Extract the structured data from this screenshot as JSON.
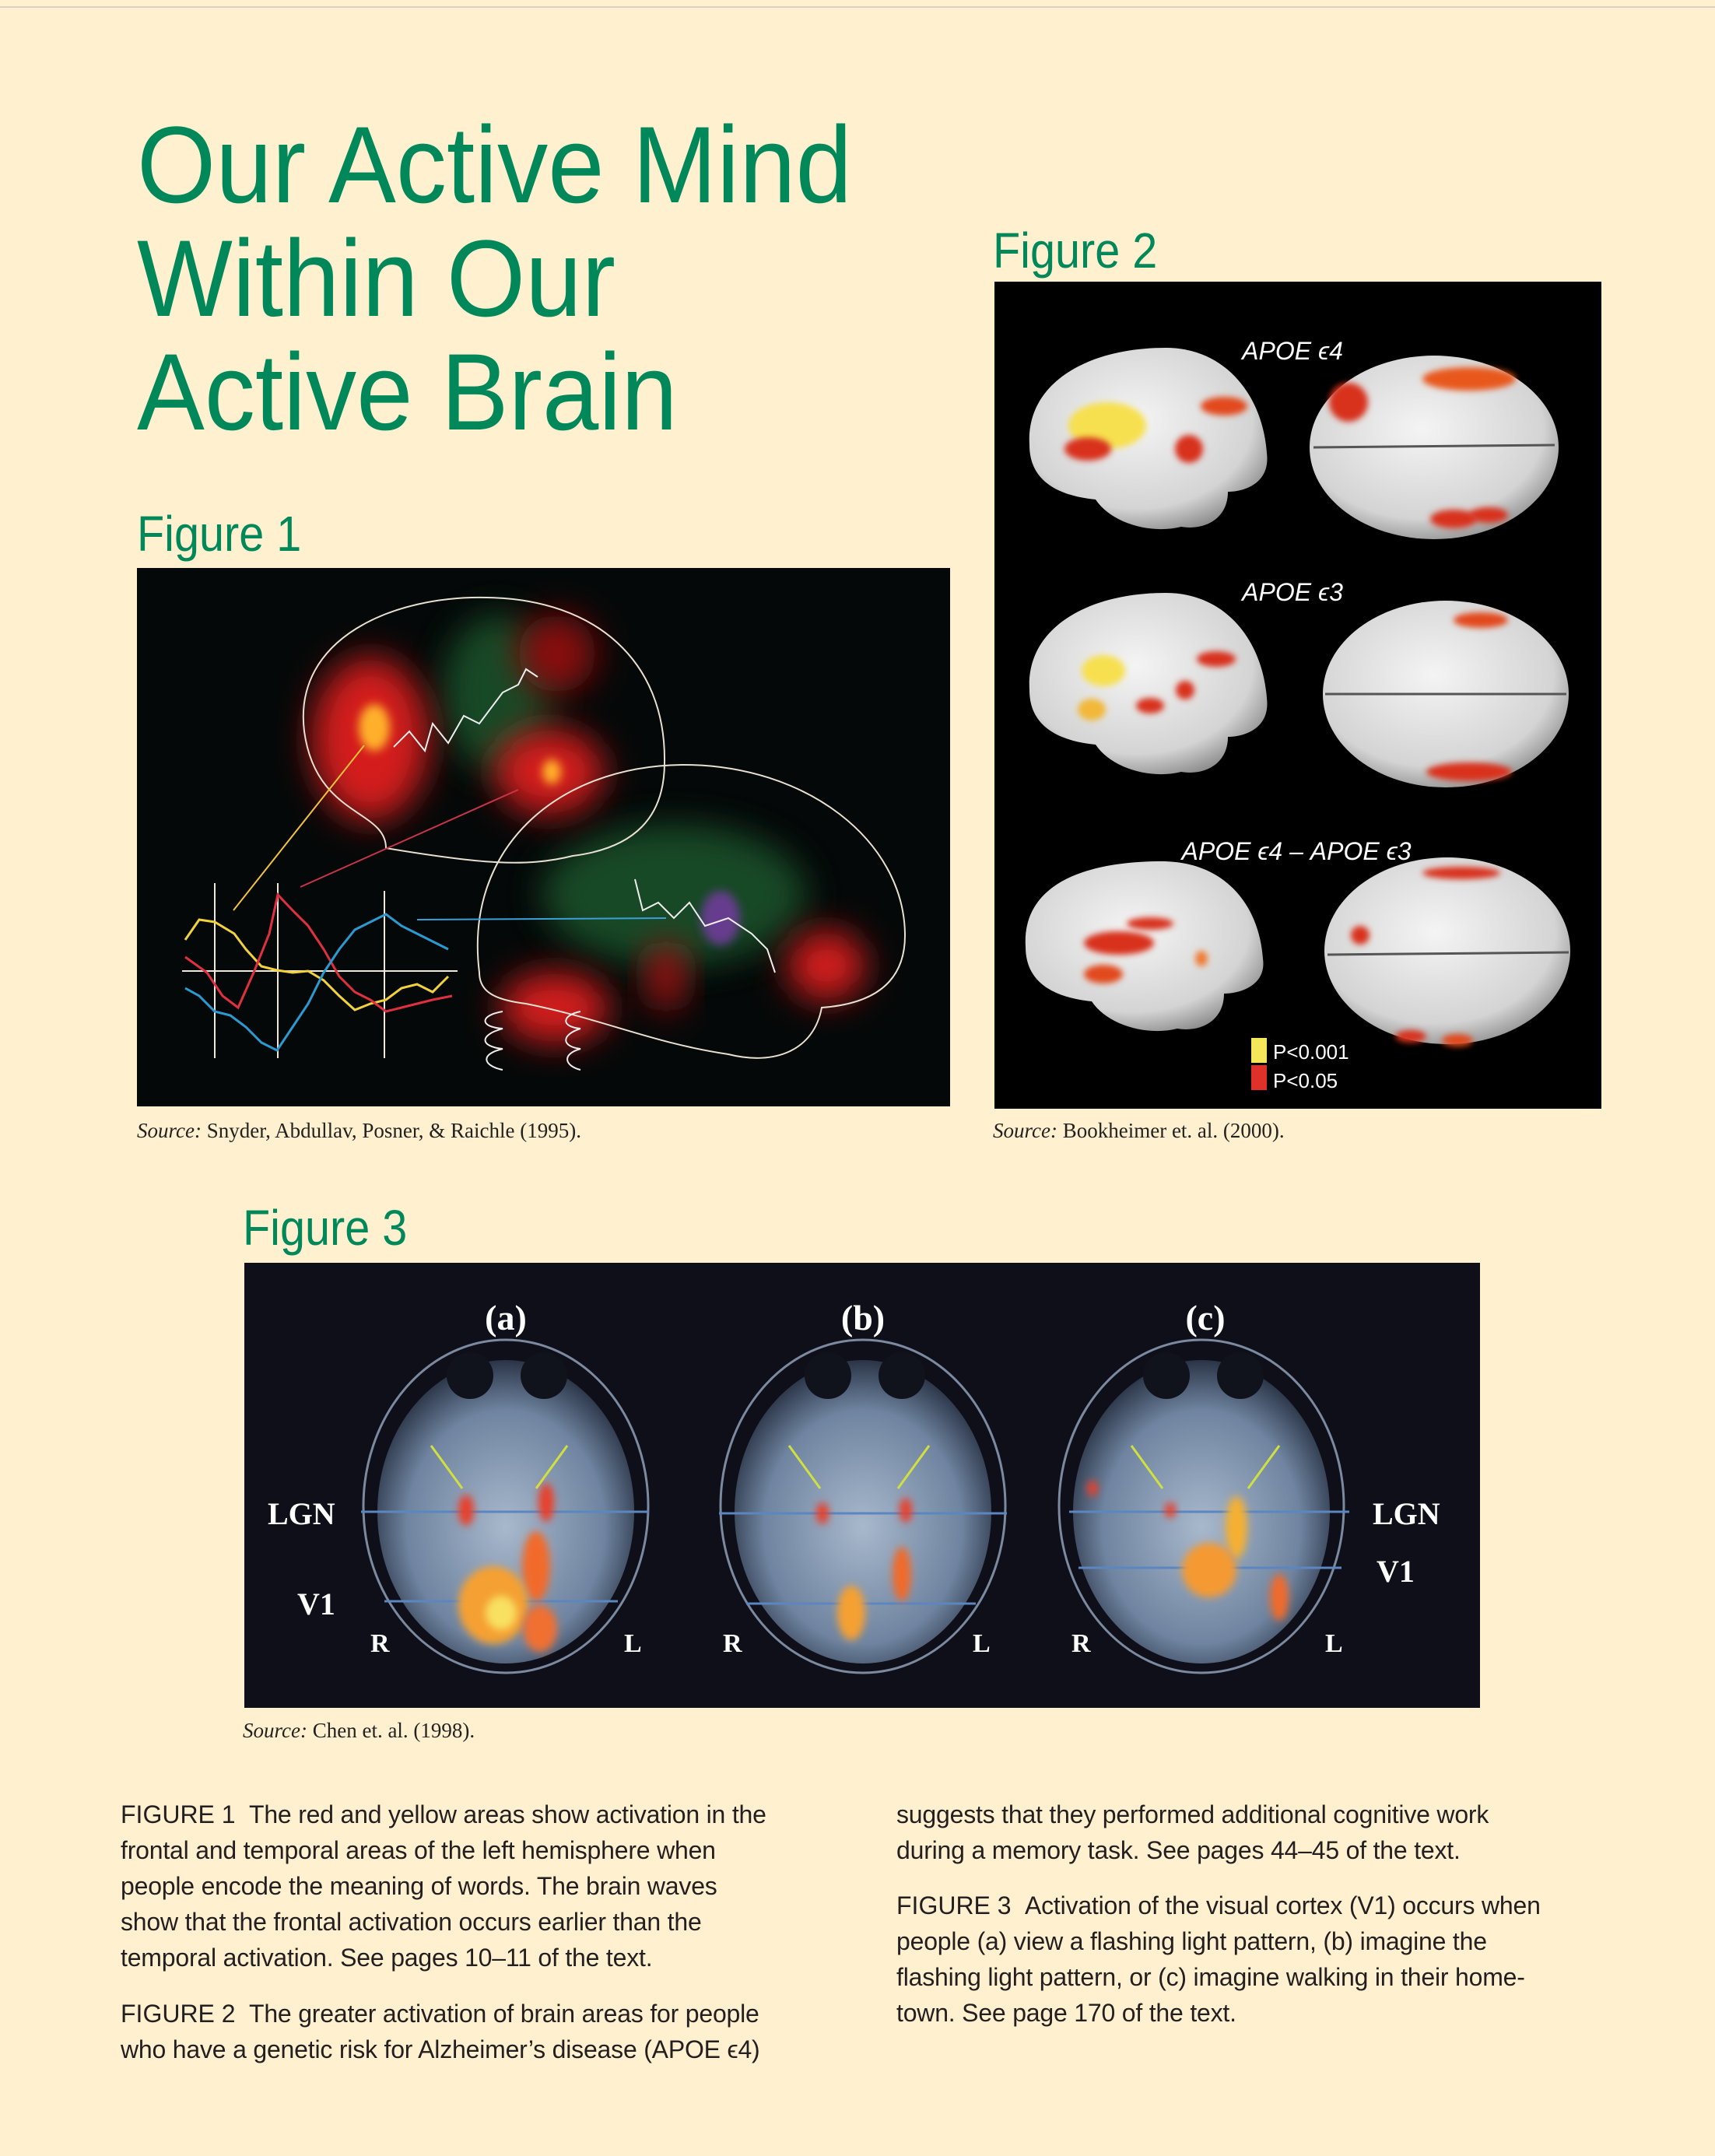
{
  "title": {
    "lines": [
      "Our Active Mind",
      "Within Our",
      "Active Brain"
    ]
  },
  "figure1": {
    "label": "Figure 1",
    "source_prefix": "Source:",
    "source_text": " Snyder, Abdullav, Posner, & Raichle (1995)."
  },
  "figure2": {
    "label": "Figure 2",
    "row_labels": [
      "APOE ϵ4",
      "APOE ϵ3",
      "APOE ϵ4 – APOE ϵ3"
    ],
    "legend": [
      {
        "label": "P<0.001",
        "color": "#F5E65A"
      },
      {
        "label": "P<0.05",
        "color": "#E0302A"
      }
    ],
    "source_prefix": "Source:",
    "source_text": " Bookheimer et. al. (2000)."
  },
  "figure3": {
    "label": "Figure 3",
    "panels": [
      "(a)",
      "(b)",
      "(c)"
    ],
    "labels": {
      "lgn": "LGN",
      "v1": "V1",
      "right": "R",
      "left": "L"
    },
    "source_prefix": "Source:",
    "source_text": " Chen et. al. (1998)."
  },
  "captions": {
    "fig1": {
      "label": "FIGURE 1",
      "lines": [
        "The red and yellow areas show activation in the",
        "frontal and temporal areas of the left hemisphere when",
        "people encode the meaning of words. The brain waves",
        "show that the frontal activation occurs earlier than the",
        "temporal activation. See pages 10–11 of the text."
      ]
    },
    "fig2": {
      "label": "FIGURE 2",
      "lines": [
        "The greater activation of brain areas for people",
        "who have a genetic risk for Alzheimer’s disease (APOE ϵ4)",
        "suggests that they performed additional cognitive work",
        "during a memory task. See pages 44–45 of the text."
      ]
    },
    "fig3": {
      "label": "FIGURE 3",
      "lines": [
        "Activation of the visual cortex (V1) occurs when",
        "people (a) view a flashing light pattern, (b) imagine the",
        "flashing light pattern, or (c) imagine walking in their home-",
        "town. See page 170 of the text."
      ]
    }
  },
  "colors": {
    "heading_green": "#00885A",
    "page_background": "#FFF0CF",
    "text": "#231F20"
  }
}
